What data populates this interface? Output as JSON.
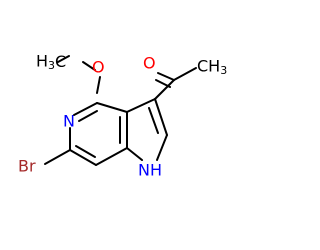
{
  "atoms": {
    "methyl_ether": {
      "text": "H3C",
      "color": "#000000"
    },
    "ether_oxygen": {
      "text": "O",
      "color": "#ff0000"
    },
    "ketone_oxygen": {
      "text": "O",
      "color": "#ff0000"
    },
    "acetyl_methyl": {
      "text": "CH3",
      "color": "#000000"
    },
    "pyridine_nitrogen": {
      "text": "N",
      "color": "#0000ff"
    },
    "pyrrole_nh": {
      "text": "NH",
      "color": "#0000ff"
    },
    "bromine": {
      "text": "Br",
      "color": "#a52a2a"
    }
  }
}
